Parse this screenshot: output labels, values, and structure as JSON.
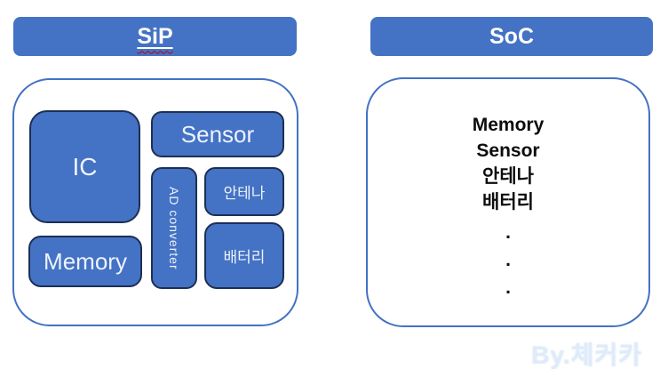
{
  "left_panel": {
    "header": "SiP",
    "chips": [
      {
        "id": "ic",
        "label": "IC"
      },
      {
        "id": "sensor",
        "label": "Sensor"
      },
      {
        "id": "ad-converter",
        "label": "AD converter"
      },
      {
        "id": "antenna",
        "label": "안테나"
      },
      {
        "id": "memory",
        "label": "Memory"
      },
      {
        "id": "battery",
        "label": "배터리"
      }
    ]
  },
  "right_panel": {
    "header": "SoC",
    "items": [
      "Memory",
      "Sensor",
      "안테나",
      "배터리"
    ],
    "dots": [
      ".",
      ".",
      "."
    ]
  },
  "watermark": "By.체커카",
  "colors": {
    "accent_blue": "#4472C4",
    "chip_border": "#1d2f55",
    "spellcheck_red": "#C00000",
    "soc_text": "#0d0d0d",
    "watermark_text": "#dfebf8"
  }
}
